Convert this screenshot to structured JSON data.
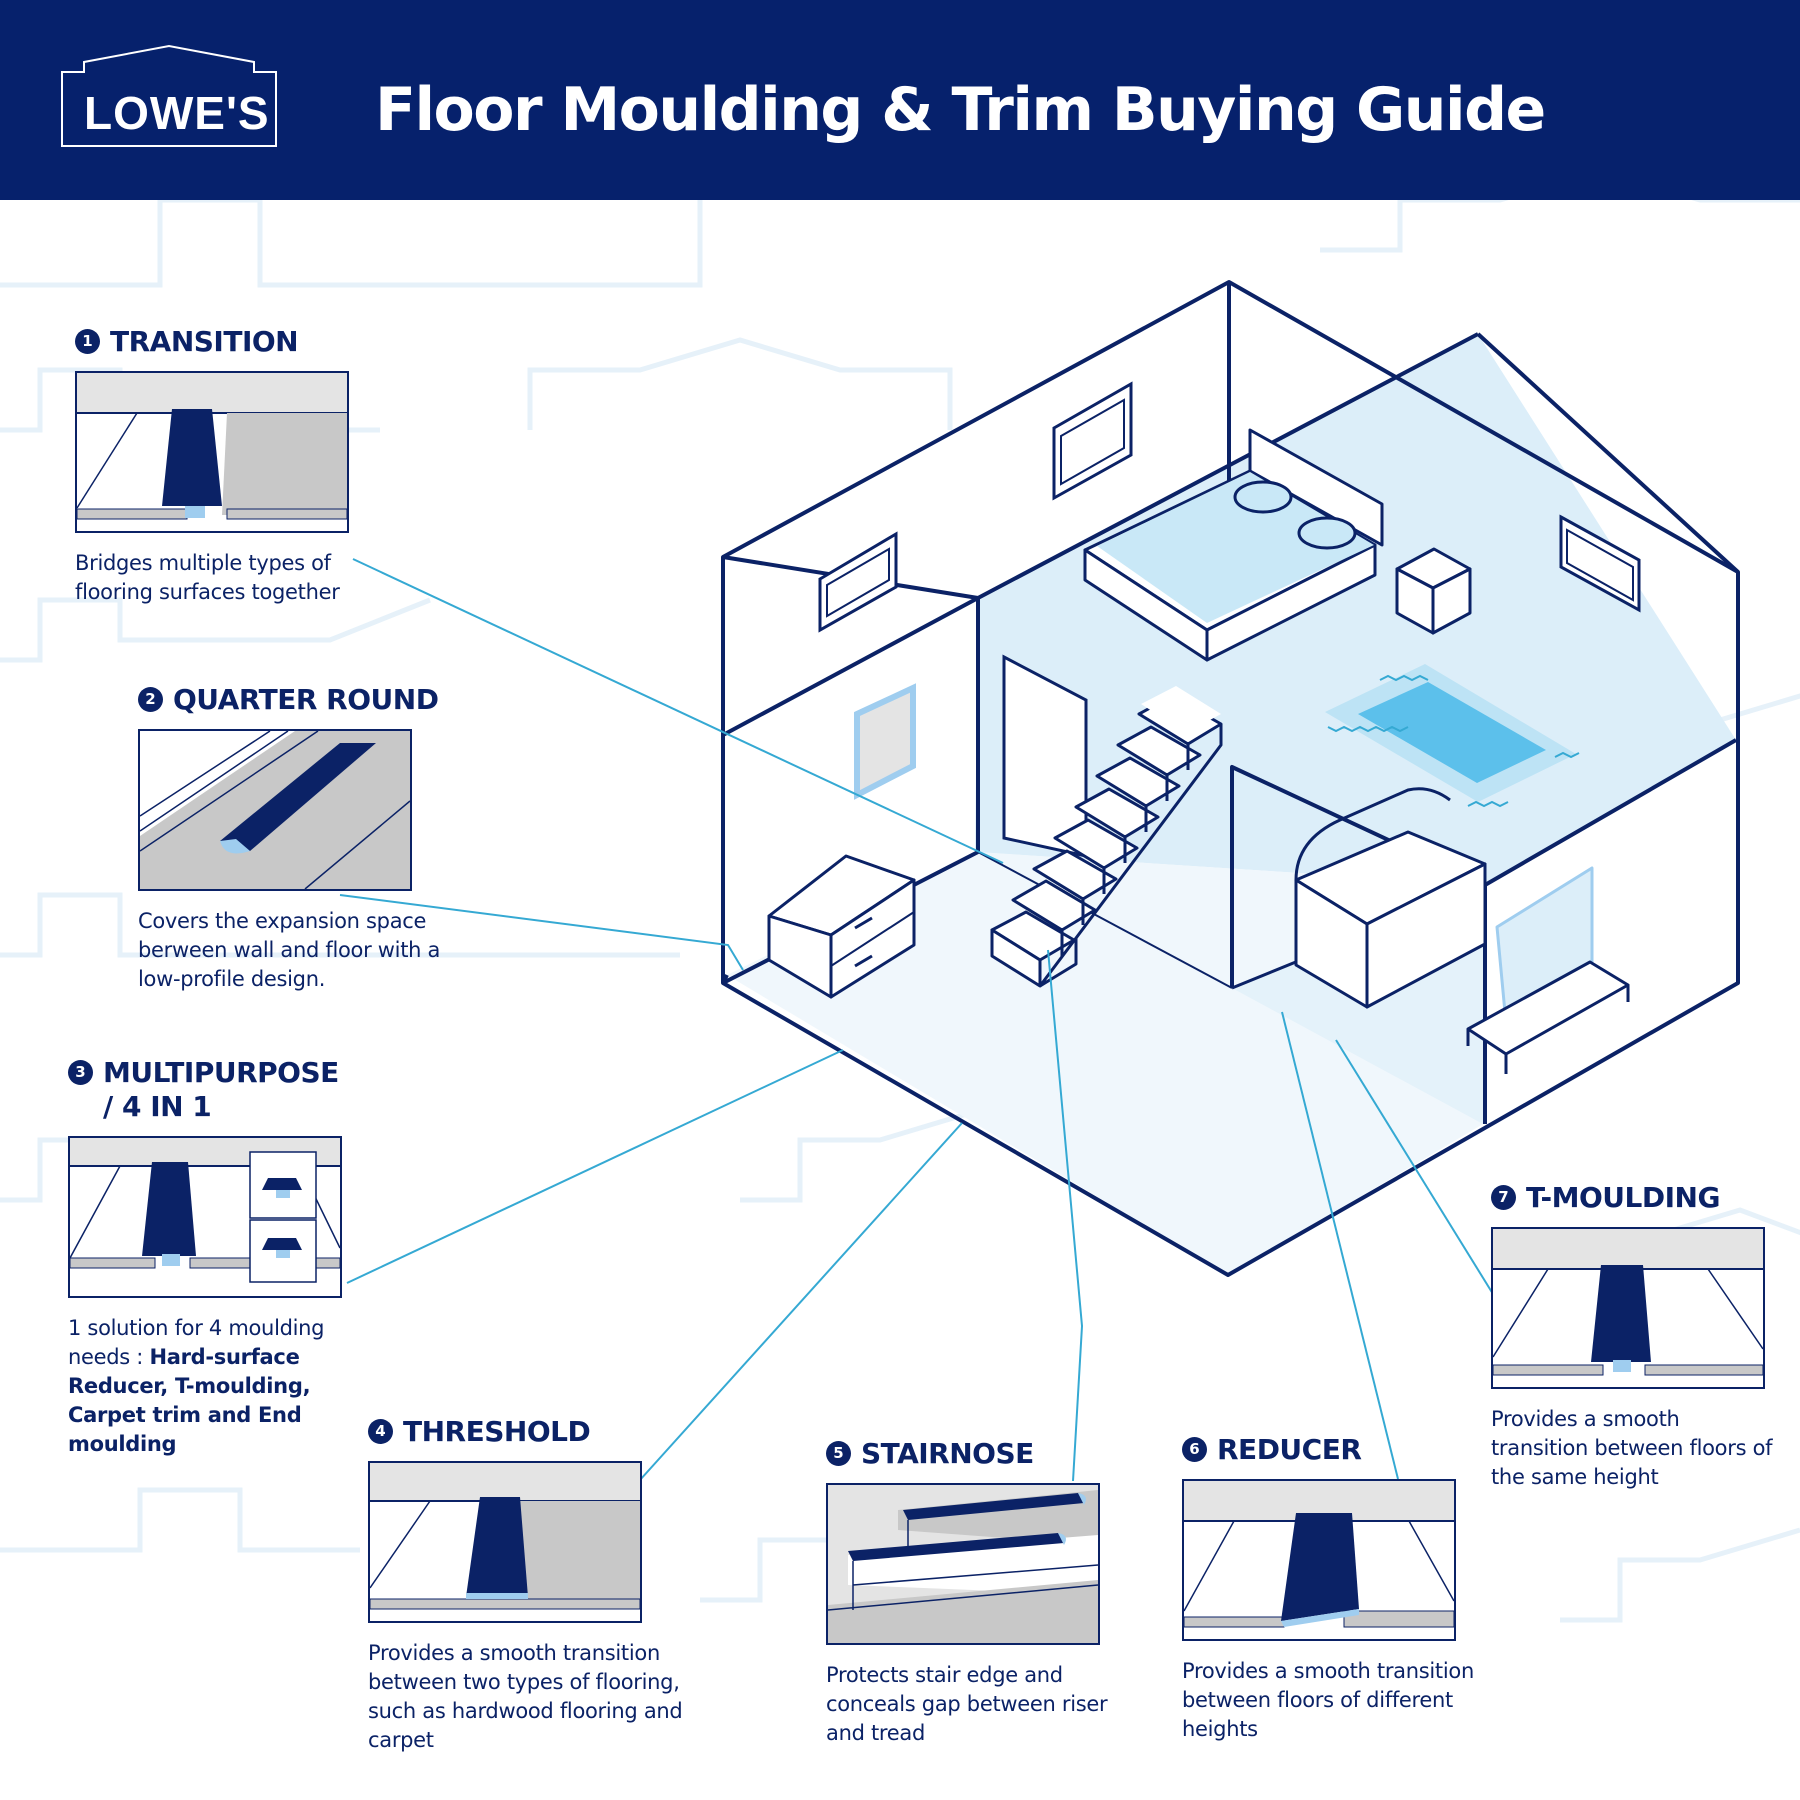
{
  "header": {
    "logo_text": "LOWE'S",
    "title": "Floor Moulding & Trim Buying Guide",
    "background_color": "#06216c"
  },
  "colors": {
    "navy": "#0b2266",
    "light_blue": "#dceef9",
    "accent_blue": "#5cc0eb",
    "leader_line": "#35a9d3",
    "floor_gray": "#c8c8c8"
  },
  "items": [
    {
      "number": "1",
      "name": "TRANSITION",
      "description": "Bridges multiple types of flooring surfaces together",
      "icon": "transition-moulding-icon"
    },
    {
      "number": "2",
      "name": "QUARTER ROUND",
      "description": "Covers the expansion space berween wall and floor with a low-profile design.",
      "icon": "quarter-round-icon"
    },
    {
      "number": "3",
      "name": "MULTIPURPOSE\n/ 4 IN 1",
      "description_plain": "1 solution for 4 moulding needs : ",
      "description_bold": "Hard-surface Reducer, T-moulding, Carpet trim and End moulding",
      "icon": "multipurpose-moulding-icon"
    },
    {
      "number": "4",
      "name": "THRESHOLD",
      "description": "Provides a smooth transition between two types of flooring, such as hardwood flooring and carpet",
      "icon": "threshold-moulding-icon"
    },
    {
      "number": "5",
      "name": "STAIRNOSE",
      "description": "Protects stair edge and conceals gap between riser and tread",
      "icon": "stairnose-icon"
    },
    {
      "number": "6",
      "name": "REDUCER",
      "description": "Provides a smooth transition between floors of different heights",
      "icon": "reducer-moulding-icon"
    },
    {
      "number": "7",
      "name": "T-MOULDING",
      "description": "Provides a smooth transition between floors of the same height",
      "icon": "t-moulding-icon"
    }
  ]
}
